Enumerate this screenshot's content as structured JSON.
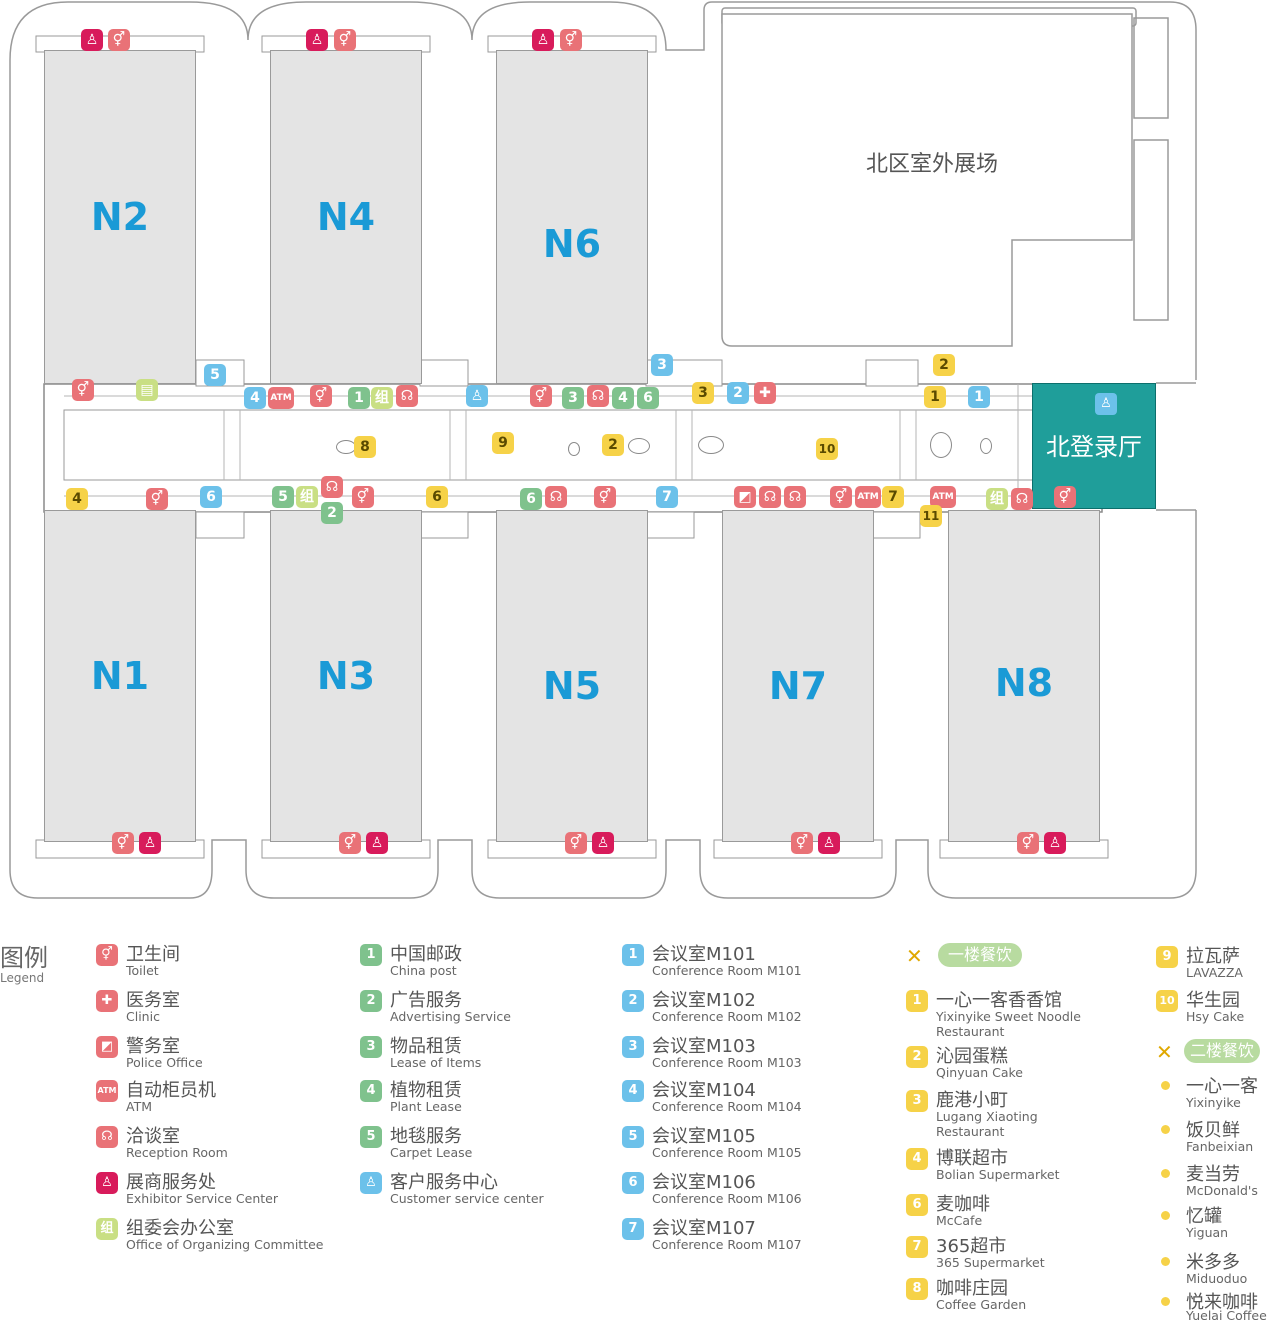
{
  "halls": {
    "n1": "N1",
    "n2": "N2",
    "n3": "N3",
    "n4": "N4",
    "n5": "N5",
    "n6": "N6",
    "n7": "N7",
    "n8": "N8"
  },
  "outdoor_area": "北区室外展场",
  "registration_hall": "北登录厅",
  "markers": {
    "atm": "ATM",
    "zu": "组",
    "n1": "1",
    "n2": "2",
    "n3": "3",
    "n4": "4",
    "n5": "5",
    "n6": "6",
    "n7": "7",
    "n8": "8",
    "n9": "9",
    "n10": "10",
    "n11": "11"
  },
  "legend": {
    "title_zh": "图例",
    "title_en": "Legend",
    "col1": [
      {
        "zh": "卫生间",
        "en": "Toilet"
      },
      {
        "zh": "医务室",
        "en": "Clinic"
      },
      {
        "zh": "警务室",
        "en": "Police Office"
      },
      {
        "zh": "自动柜员机",
        "en": "ATM"
      },
      {
        "zh": "洽谈室",
        "en": "Reception Room"
      },
      {
        "zh": "展商服务处",
        "en": "Exhibitor Service Center"
      },
      {
        "zh": "组委会办公室",
        "en": "Office of Organizing Committee"
      }
    ],
    "col2": [
      {
        "num": "1",
        "zh": "中国邮政",
        "en": "China post"
      },
      {
        "num": "2",
        "zh": "广告服务",
        "en": "Advertising Service"
      },
      {
        "num": "3",
        "zh": "物品租赁",
        "en": "Lease of Items"
      },
      {
        "num": "4",
        "zh": "植物租赁",
        "en": "Plant Lease"
      },
      {
        "num": "5",
        "zh": "地毯服务",
        "en": "Carpet Lease"
      },
      {
        "zh": "客户服务中心",
        "en": "Customer service center"
      }
    ],
    "col3": [
      {
        "num": "1",
        "zh": "会议室M101",
        "en": "Conference Room M101"
      },
      {
        "num": "2",
        "zh": "会议室M102",
        "en": "Conference Room M102"
      },
      {
        "num": "3",
        "zh": "会议室M103",
        "en": "Conference Room M103"
      },
      {
        "num": "4",
        "zh": "会议室M104",
        "en": "Conference Room M104"
      },
      {
        "num": "5",
        "zh": "会议室M105",
        "en": "Conference Room M105"
      },
      {
        "num": "6",
        "zh": "会议室M106",
        "en": "Conference Room M106"
      },
      {
        "num": "7",
        "zh": "会议室M107",
        "en": "Conference Room M107"
      }
    ],
    "dining1_title": "一楼餐饮",
    "col4": [
      {
        "num": "1",
        "zh": "一心一客香香馆",
        "en": "Yixinyike Sweet Noodle",
        "en2": "Restaurant"
      },
      {
        "num": "2",
        "zh": "沁园蛋糕",
        "en": "Qinyuan Cake"
      },
      {
        "num": "3",
        "zh": "鹿港小町",
        "en": "Lugang Xiaoting",
        "en2": "Restaurant"
      },
      {
        "num": "4",
        "zh": "博联超市",
        "en": "Bolian Supermarket"
      },
      {
        "num": "6",
        "zh": "麦咖啡",
        "en": "McCafe"
      },
      {
        "num": "7",
        "zh": "365超市",
        "en": "365 Supermarket"
      },
      {
        "num": "8",
        "zh": "咖啡庄园",
        "en": "Coffee Garden"
      }
    ],
    "col5a": [
      {
        "num": "9",
        "zh": "拉瓦萨",
        "en": "LAVAZZA"
      },
      {
        "num": "10",
        "zh": "华生园",
        "en": "Hsy Cake"
      }
    ],
    "dining2_title": "二楼餐饮",
    "col5b": [
      {
        "zh": "一心一客",
        "en": "Yixinyike"
      },
      {
        "zh": "饭贝鲜",
        "en": "Fanbeixian"
      },
      {
        "zh": "麦当劳",
        "en": "McDonald's"
      },
      {
        "zh": "忆罐",
        "en": "Yiguan"
      },
      {
        "zh": "米多多",
        "en": "Miduoduo"
      },
      {
        "zh": "悦来咖啡",
        "en": "Yuelai Coffee"
      }
    ]
  },
  "colors": {
    "hall_label": "#1a9ad6",
    "registration": "#1f9e9a",
    "service_green": "#7fc28d",
    "conference_blue": "#6cc1ea",
    "dining_yellow": "#f6d248",
    "facility_red": "#e97277",
    "exhibitor_magenta": "#d81b5b"
  }
}
